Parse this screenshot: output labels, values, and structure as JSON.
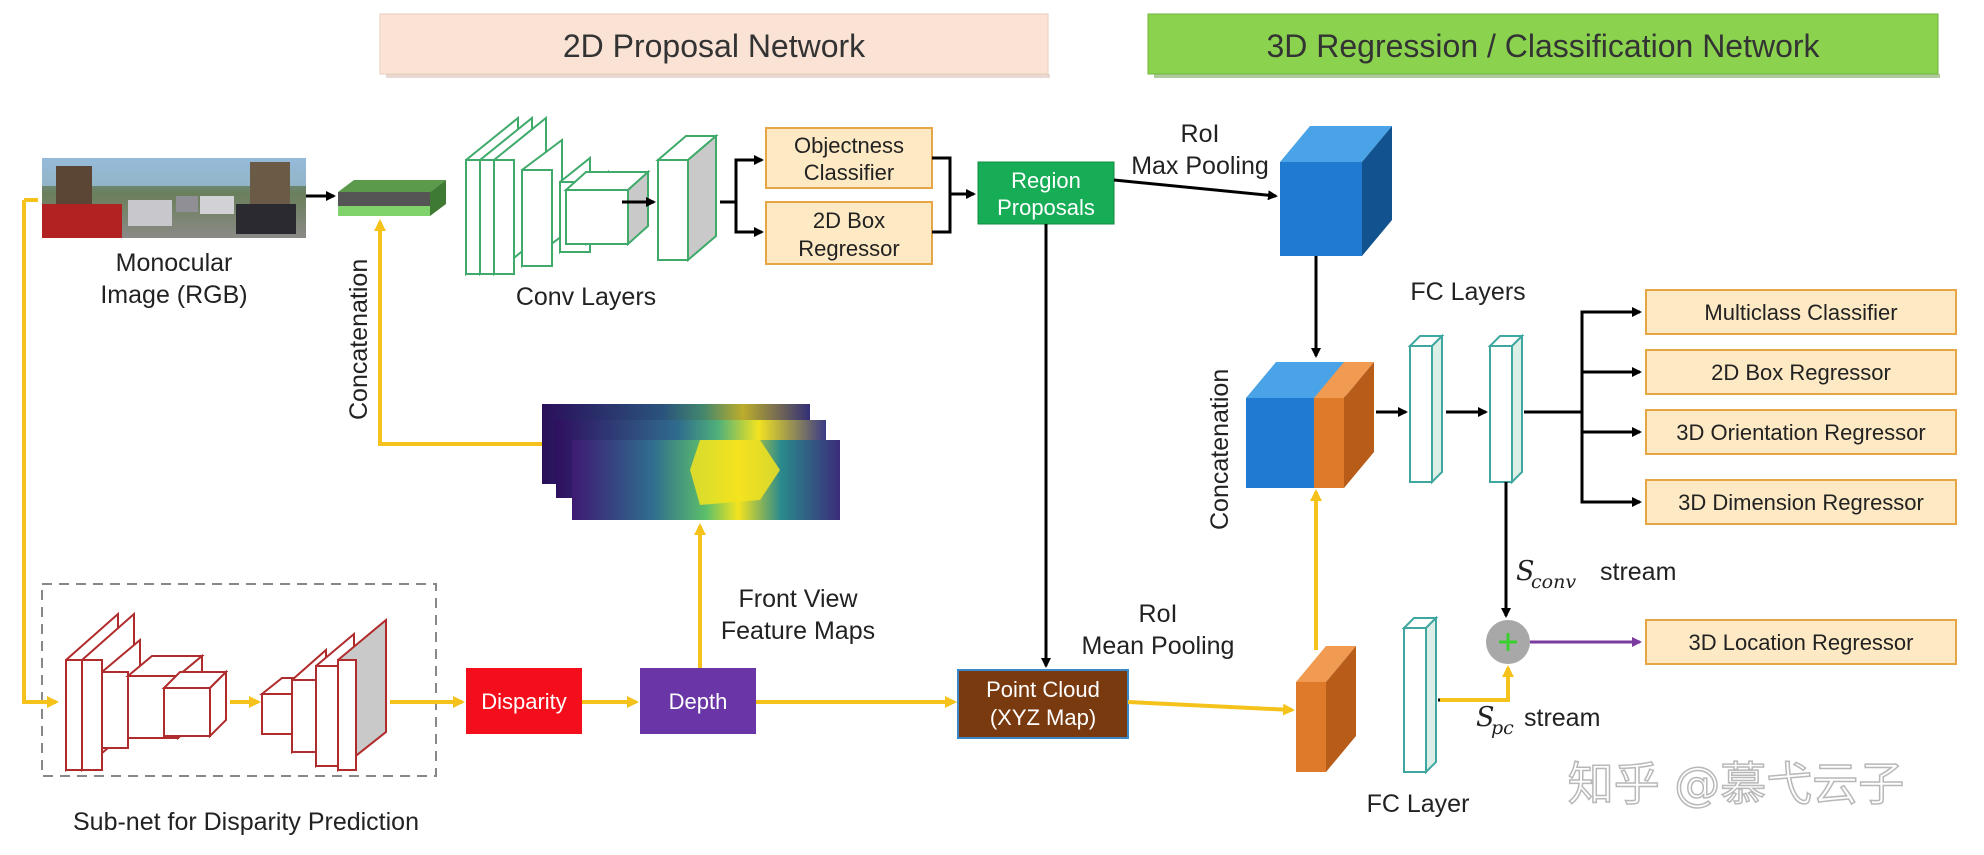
{
  "headers": {
    "proposal": "2D Proposal Network",
    "regression": "3D Regression / Classification Network"
  },
  "inputs": {
    "monocular_line1": "Monocular",
    "monocular_line2": "Image (RGB)",
    "concat_left": "Concatenation",
    "conv_layers": "Conv Layers"
  },
  "proposal_heads": {
    "objectness_line1": "Objectness",
    "objectness_line2": "Classifier",
    "box_line1": "2D Box",
    "box_line2": "Regressor",
    "region_line1": "Region",
    "region_line2": "Proposals"
  },
  "pooling": {
    "roi_max_line1": "RoI",
    "roi_max_line2": "Max Pooling",
    "roi_mean_line1": "RoI",
    "roi_mean_line2": "Mean Pooling"
  },
  "feature_maps": {
    "line1": "Front View",
    "line2": "Feature Maps"
  },
  "subnet": {
    "label": "Sub-net for Disparity Prediction",
    "disparity": "Disparity",
    "depth": "Depth",
    "point_cloud_line1": "Point Cloud",
    "point_cloud_line2": "(XYZ Map)"
  },
  "regression": {
    "concat_right": "Concatenation",
    "fc_layers": "FC Layers",
    "fc_layer": "FC Layer",
    "conv_stream_symbol": "S",
    "conv_stream_sub": "conv",
    "pc_stream_symbol": "S",
    "pc_stream_sub": "pc",
    "stream_word": "stream"
  },
  "outputs": [
    "Multiclass Classifier",
    "2D Box Regressor",
    "3D Orientation Regressor",
    "3D Dimension Regressor"
  ],
  "location_output": "3D Location Regressor",
  "watermark": "知乎 @慕弋云子",
  "colors": {
    "proposal_banner": "#fae2d5",
    "regression_banner": "#8bd34f",
    "yellow_arrow": "#f5c21b",
    "head_fill": "#fde9c4",
    "head_border": "#e7a646",
    "region_green": "#17ad57",
    "disparity_red": "#f40d1a",
    "depth_purple": "#6a36a7",
    "point_cloud_brown": "#7a3a10",
    "conv_blue": "#1f7ad0",
    "pc_orange": "#e07a2b",
    "fusion_purple": "#7b3aa0"
  }
}
